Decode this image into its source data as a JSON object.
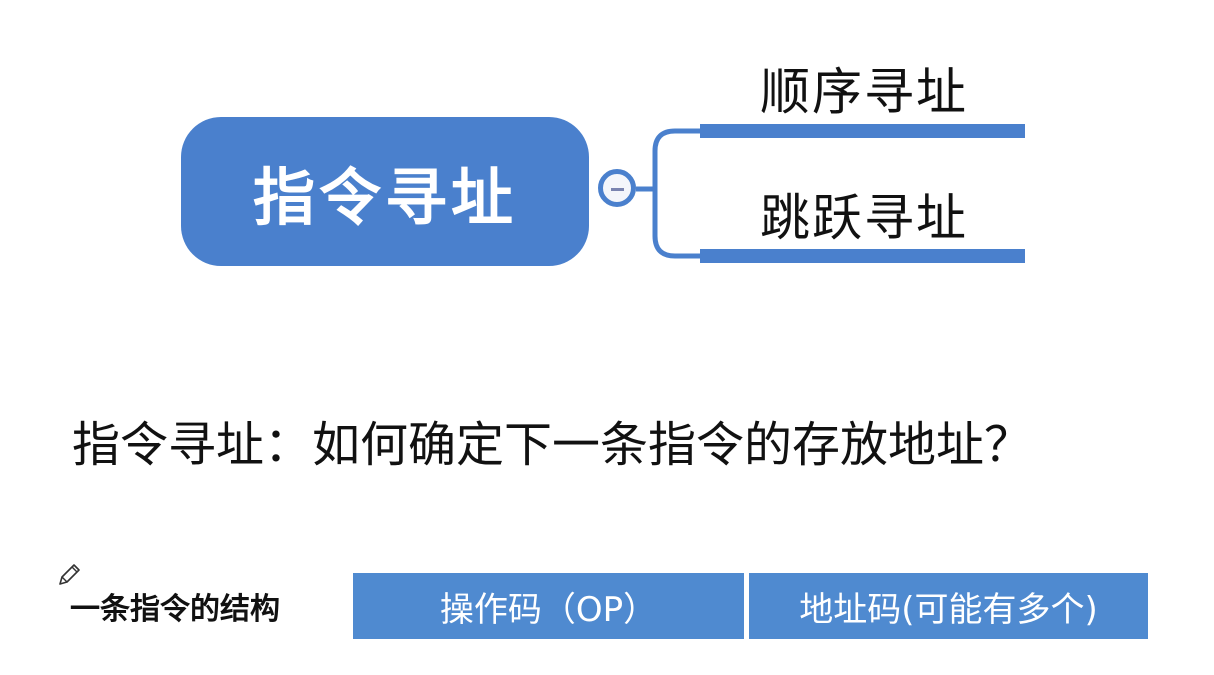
{
  "mindmap": {
    "root": {
      "label": "指令寻址"
    },
    "collapse_button": {
      "symbol": "−",
      "state": "expanded"
    },
    "children": [
      {
        "label": "顺序寻址"
      },
      {
        "label": "跳跃寻址"
      }
    ],
    "colors": {
      "node_fill": "#4a80cd",
      "branch_line": "#4a80cd",
      "text_dark": "#111111",
      "text_light": "#ffffff"
    }
  },
  "question": {
    "text": "指令寻址：如何确定下一条指令的存放地址？"
  },
  "instruction_structure": {
    "label": "一条指令的结构",
    "label_icon": "pencil-icon",
    "fields": [
      {
        "label": "操作码（OP）"
      },
      {
        "label": "地址码(可能有多个)"
      }
    ],
    "cell_color": "#4f8ad0"
  }
}
